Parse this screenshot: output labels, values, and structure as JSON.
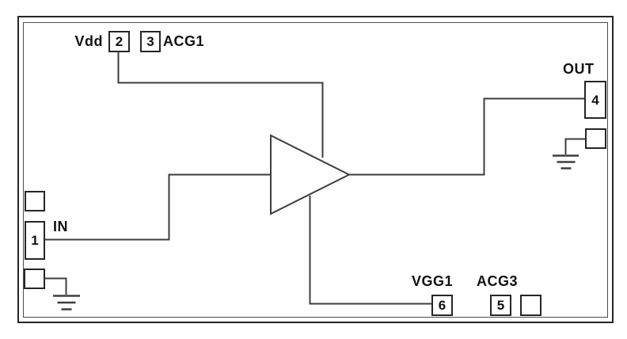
{
  "diagram": {
    "kind": "amplifier-functional-block-diagram",
    "background_color": "#ffffff",
    "line_color": "#3d3d3d",
    "text_color": "#111111",
    "amplifier_symbol": "triangle-amplifier",
    "ground_symbol_count": 2,
    "unlabeled_pad_count": 4,
    "pins": [
      {
        "number": "1",
        "label": "IN",
        "side": "left"
      },
      {
        "number": "2",
        "label": "Vdd",
        "side": "top"
      },
      {
        "number": "3",
        "label": "ACG1",
        "side": "top"
      },
      {
        "number": "4",
        "label": "OUT",
        "side": "right"
      },
      {
        "number": "5",
        "label": "ACG3",
        "side": "bottom"
      },
      {
        "number": "6",
        "label": "VGG1",
        "side": "bottom"
      }
    ]
  }
}
